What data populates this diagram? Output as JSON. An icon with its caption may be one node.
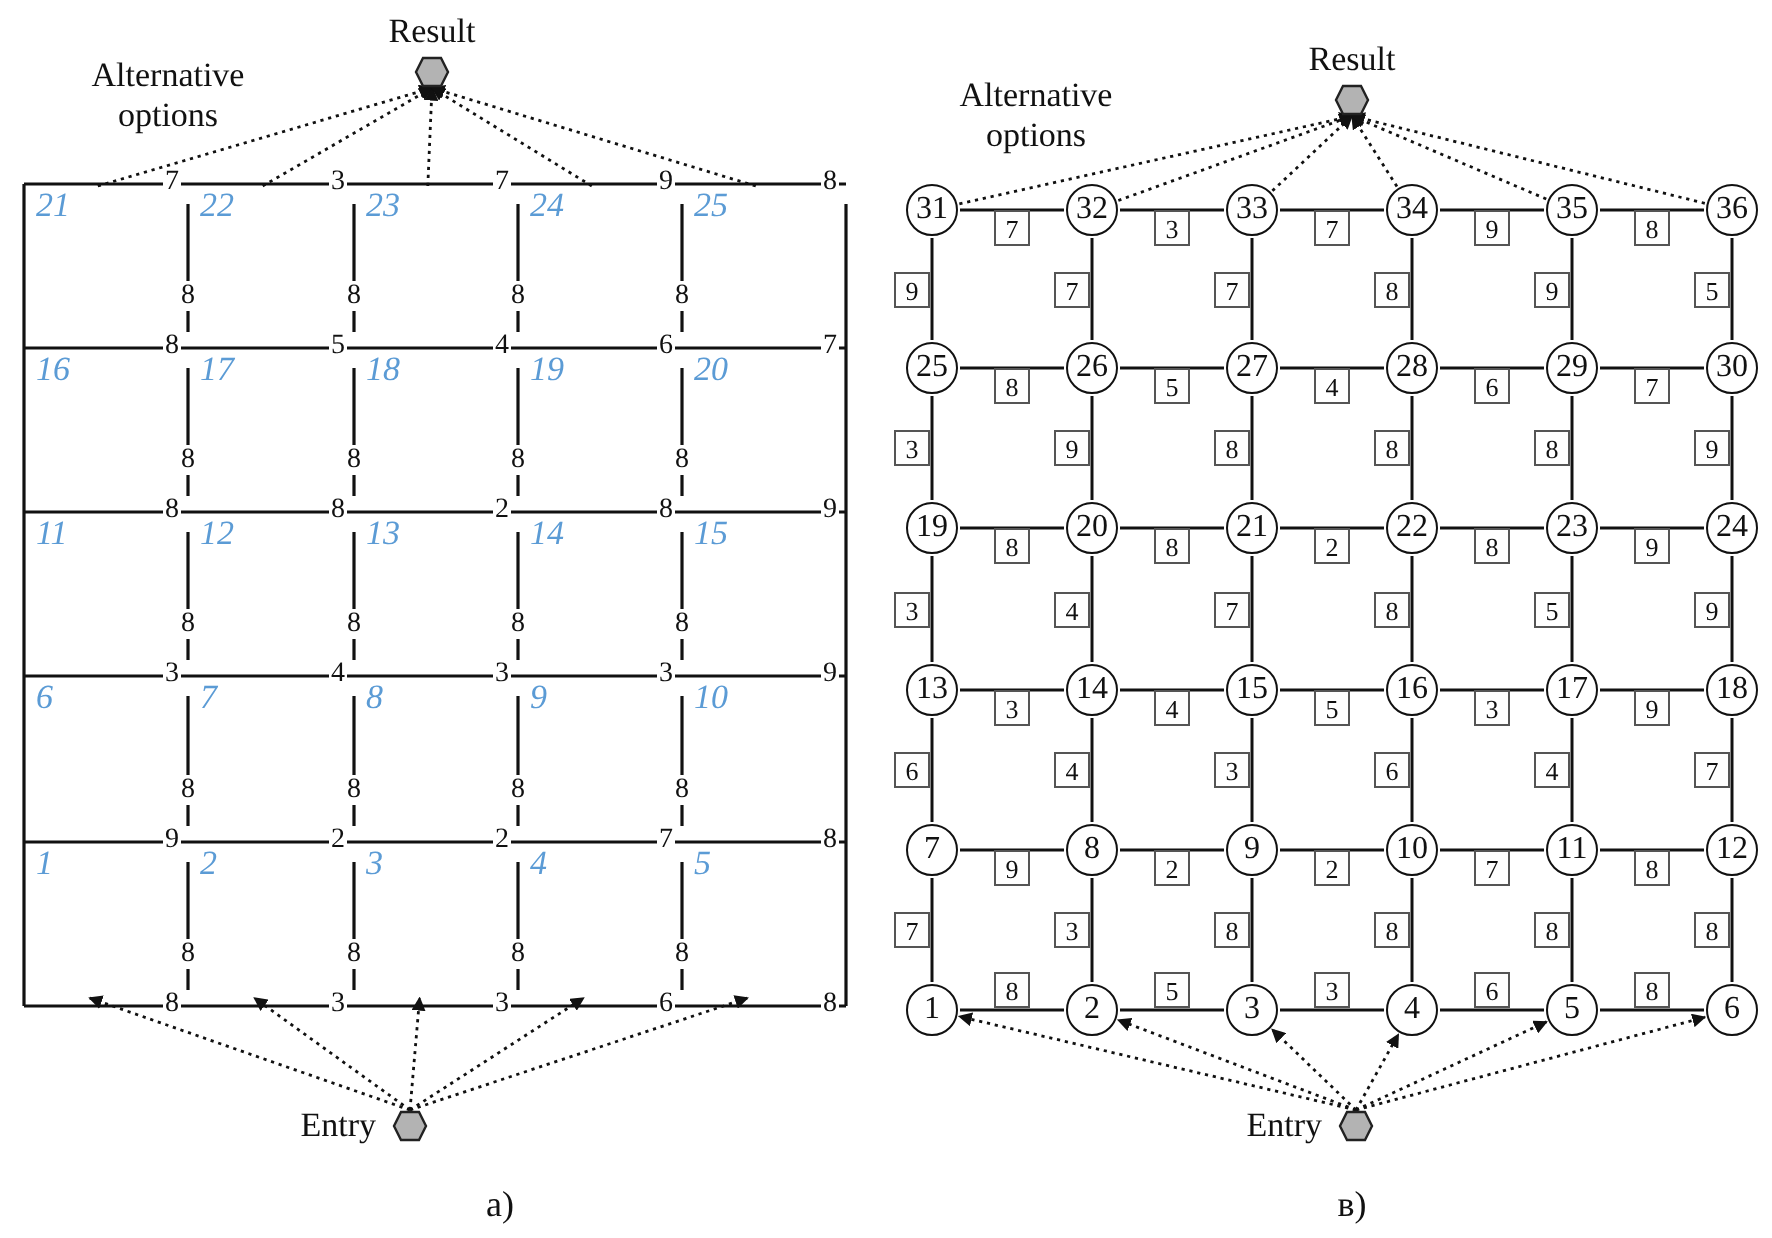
{
  "diagram": {
    "nodes": [
      {
        "text": [
          "Result"
        ]
      },
      {
        "text": [
          "21"
        ]
      },
      {
        "text": [
          "22"
        ]
      },
      {
        "text": [
          "23"
        ]
      },
      {
        "text": [
          "24"
        ]
      },
      {
        "text": [
          "25"
        ]
      },
      {
        "text": [
          "16"
        ]
      },
      {
        "text": [
          "17"
        ]
      },
      {
        "text": [
          "18"
        ]
      },
      {
        "text": [
          "19"
        ]
      },
      {
        "text": [
          "20"
        ]
      },
      {
        "text": [
          "11"
        ]
      },
      {
        "text": [
          "12"
        ]
      },
      {
        "text": [
          "13"
        ]
      },
      {
        "text": [
          "14"
        ]
      },
      {
        "text": [
          "15"
        ]
      },
      {
        "text": [
          "6"
        ]
      },
      {
        "text": [
          "7"
        ]
      },
      {
        "text": [
          "8"
        ]
      },
      {
        "text": [
          "9"
        ]
      },
      {
        "text": [
          "10"
        ]
      },
      {
        "text": [
          "1"
        ]
      },
      {
        "text": [
          "2"
        ]
      },
      {
        "text": [
          "3"
        ]
      },
      {
        "text": [
          "4"
        ]
      },
      {
        "text": [
          "5"
        ]
      },
      {
        "text": [
          "Entry"
        ]
      },
      {
        "text": [
          "Result"
        ]
      },
      {
        "text": [
          "31"
        ]
      },
      {
        "text": [
          "32"
        ]
      },
      {
        "text": [
          "33"
        ]
      },
      {
        "text": [
          "34"
        ]
      },
      {
        "text": [
          "35"
        ]
      },
      {
        "text": [
          "36"
        ]
      },
      {
        "text": [
          "25"
        ]
      },
      {
        "text": [
          "26"
        ]
      },
      {
        "text": [
          "27"
        ]
      },
      {
        "text": [
          "28"
        ]
      },
      {
        "text": [
          "29"
        ]
      },
      {
        "text": [
          "30"
        ]
      },
      {
        "text": [
          "19"
        ]
      },
      {
        "text": [
          "20"
        ]
      },
      {
        "text": [
          "21"
        ]
      },
      {
        "text": [
          "22"
        ]
      },
      {
        "text": [
          "23"
        ]
      },
      {
        "text": [
          "24"
        ]
      },
      {
        "text": [
          "13"
        ]
      },
      {
        "text": [
          "14"
        ]
      },
      {
        "text": [
          "15"
        ]
      },
      {
        "text": [
          "16"
        ]
      },
      {
        "text": [
          "17"
        ]
      },
      {
        "text": [
          "18"
        ]
      },
      {
        "text": [
          "7"
        ]
      },
      {
        "text": [
          "8"
        ]
      },
      {
        "text": [
          "9"
        ]
      },
      {
        "text": [
          "10"
        ]
      },
      {
        "text": [
          "11"
        ]
      },
      {
        "text": [
          "12"
        ]
      },
      {
        "text": [
          "1"
        ]
      },
      {
        "text": [
          "2"
        ]
      },
      {
        "text": [
          "3"
        ]
      },
      {
        "text": [
          "4"
        ]
      },
      {
        "text": [
          "5"
        ]
      },
      {
        "text": [
          "6"
        ]
      },
      {
        "text": [
          "Entry"
        ]
      }
    ],
    "edges": [
      {
        "from": 1,
        "to": 0,
        "arrow": "to",
        "style": "dashed"
      },
      {
        "from": 2,
        "to": 0,
        "arrow": "to",
        "style": "dashed"
      },
      {
        "from": 3,
        "to": 0,
        "arrow": "to",
        "style": "dashed"
      },
      {
        "from": 4,
        "to": 0,
        "arrow": "to",
        "style": "dashed"
      },
      {
        "from": 5,
        "to": 0,
        "arrow": "to",
        "style": "dashed"
      },
      {
        "from": 26,
        "to": 21,
        "arrow": "to",
        "style": "dashed"
      },
      {
        "from": 26,
        "to": 22,
        "arrow": "to",
        "style": "dashed"
      },
      {
        "from": 26,
        "to": 23,
        "arrow": "to",
        "style": "dashed"
      },
      {
        "from": 26,
        "to": 24,
        "arrow": "to",
        "style": "dashed"
      },
      {
        "from": 26,
        "to": 25,
        "arrow": "to",
        "style": "dashed"
      },
      {
        "from": 28,
        "to": 27,
        "arrow": "to",
        "style": "dashed"
      },
      {
        "from": 29,
        "to": 27,
        "arrow": "to",
        "style": "dashed"
      },
      {
        "from": 30,
        "to": 27,
        "arrow": "to",
        "style": "dashed"
      },
      {
        "from": 31,
        "to": 27,
        "arrow": "to",
        "style": "dashed"
      },
      {
        "from": 32,
        "to": 27,
        "arrow": "to",
        "style": "dashed"
      },
      {
        "from": 33,
        "to": 27,
        "arrow": "to",
        "style": "dashed"
      },
      {
        "from": 64,
        "to": 58,
        "arrow": "to",
        "style": "dashed"
      },
      {
        "from": 64,
        "to": 59,
        "arrow": "to",
        "style": "dashed"
      },
      {
        "from": 64,
        "to": 60,
        "arrow": "to",
        "style": "dashed"
      },
      {
        "from": 64,
        "to": 61,
        "arrow": "to",
        "style": "dashed"
      },
      {
        "from": 64,
        "to": 62,
        "arrow": "to",
        "style": "dashed"
      },
      {
        "from": 64,
        "to": 63,
        "arrow": "to",
        "style": "dashed"
      },
      {
        "from": 28,
        "to": 29,
        "arrow": "none",
        "label": "7"
      },
      {
        "from": 29,
        "to": 30,
        "arrow": "none",
        "label": "3"
      },
      {
        "from": 30,
        "to": 31,
        "arrow": "none",
        "label": "7"
      },
      {
        "from": 31,
        "to": 32,
        "arrow": "none",
        "label": "9"
      },
      {
        "from": 32,
        "to": 33,
        "arrow": "none",
        "label": "8"
      },
      {
        "from": 34,
        "to": 35,
        "arrow": "none",
        "label": "8"
      },
      {
        "from": 35,
        "to": 36,
        "arrow": "none",
        "label": "5"
      },
      {
        "from": 36,
        "to": 37,
        "arrow": "none",
        "label": "4"
      },
      {
        "from": 37,
        "to": 38,
        "arrow": "none",
        "label": "6"
      },
      {
        "from": 38,
        "to": 39,
        "arrow": "none",
        "label": "7"
      },
      {
        "from": 40,
        "to": 41,
        "arrow": "none",
        "label": "8"
      },
      {
        "from": 41,
        "to": 42,
        "arrow": "none",
        "label": "8"
      },
      {
        "from": 42,
        "to": 43,
        "arrow": "none",
        "label": "2"
      },
      {
        "from": 43,
        "to": 44,
        "arrow": "none",
        "label": "8"
      },
      {
        "from": 44,
        "to": 45,
        "arrow": "none",
        "label": "9"
      },
      {
        "from": 46,
        "to": 47,
        "arrow": "none",
        "label": "3"
      },
      {
        "from": 47,
        "to": 48,
        "arrow": "none",
        "label": "4"
      },
      {
        "from": 48,
        "to": 49,
        "arrow": "none",
        "label": "5"
      },
      {
        "from": 49,
        "to": 50,
        "arrow": "none",
        "label": "3"
      },
      {
        "from": 50,
        "to": 51,
        "arrow": "none",
        "label": "9"
      },
      {
        "from": 52,
        "to": 53,
        "arrow": "none",
        "label": "9"
      },
      {
        "from": 53,
        "to": 54,
        "arrow": "none",
        "label": "2"
      },
      {
        "from": 54,
        "to": 55,
        "arrow": "none",
        "label": "2"
      },
      {
        "from": 55,
        "to": 56,
        "arrow": "none",
        "label": "7"
      },
      {
        "from": 56,
        "to": 57,
        "arrow": "none",
        "label": "8"
      },
      {
        "from": 58,
        "to": 59,
        "arrow": "none",
        "label": "8"
      },
      {
        "from": 59,
        "to": 60,
        "arrow": "none",
        "label": "5"
      },
      {
        "from": 60,
        "to": 61,
        "arrow": "none",
        "label": "3"
      },
      {
        "from": 61,
        "to": 62,
        "arrow": "none",
        "label": "6"
      },
      {
        "from": 62,
        "to": 63,
        "arrow": "none",
        "label": "8"
      },
      {
        "from": 28,
        "to": 34,
        "arrow": "none",
        "label": "9"
      },
      {
        "from": 29,
        "to": 35,
        "arrow": "none",
        "label": "7"
      },
      {
        "from": 30,
        "to": 36,
        "arrow": "none",
        "label": "7"
      },
      {
        "from": 31,
        "to": 37,
        "arrow": "none",
        "label": "8"
      },
      {
        "from": 32,
        "to": 38,
        "arrow": "none",
        "label": "9"
      },
      {
        "from": 33,
        "to": 39,
        "arrow": "none",
        "label": "5"
      },
      {
        "from": 34,
        "to": 40,
        "arrow": "none",
        "label": "3"
      },
      {
        "from": 35,
        "to": 41,
        "arrow": "none",
        "label": "9"
      },
      {
        "from": 36,
        "to": 42,
        "arrow": "none",
        "label": "8"
      },
      {
        "from": 37,
        "to": 43,
        "arrow": "none",
        "label": "8"
      },
      {
        "from": 38,
        "to": 44,
        "arrow": "none",
        "label": "8"
      },
      {
        "from": 39,
        "to": 45,
        "arrow": "none",
        "label": "9"
      },
      {
        "from": 40,
        "to": 46,
        "arrow": "none",
        "label": "3"
      },
      {
        "from": 41,
        "to": 47,
        "arrow": "none",
        "label": "4"
      },
      {
        "from": 42,
        "to": 48,
        "arrow": "none",
        "label": "7"
      },
      {
        "from": 43,
        "to": 49,
        "arrow": "none",
        "label": "8"
      },
      {
        "from": 44,
        "to": 50,
        "arrow": "none",
        "label": "5"
      },
      {
        "from": 45,
        "to": 51,
        "arrow": "none",
        "label": "9"
      },
      {
        "from": 46,
        "to": 52,
        "arrow": "none",
        "label": "6"
      },
      {
        "from": 47,
        "to": 53,
        "arrow": "none",
        "label": "4"
      },
      {
        "from": 48,
        "to": 54,
        "arrow": "none",
        "label": "3"
      },
      {
        "from": 49,
        "to": 55,
        "arrow": "none",
        "label": "6"
      },
      {
        "from": 50,
        "to": 56,
        "arrow": "none",
        "label": "4"
      },
      {
        "from": 51,
        "to": 57,
        "arrow": "none",
        "label": "7"
      },
      {
        "from": 52,
        "to": 58,
        "arrow": "none",
        "label": "7"
      },
      {
        "from": 53,
        "to": 59,
        "arrow": "none",
        "label": "3"
      },
      {
        "from": 54,
        "to": 60,
        "arrow": "none",
        "label": "8"
      },
      {
        "from": 55,
        "to": 61,
        "arrow": "none",
        "label": "8"
      },
      {
        "from": 56,
        "to": 62,
        "arrow": "none",
        "label": "8"
      },
      {
        "from": 57,
        "to": 63,
        "arrow": "none",
        "label": "8"
      }
    ],
    "labels": [
      "Alternative options",
      "7",
      "3",
      "7",
      "9",
      "8",
      "8",
      "8",
      "8",
      "8",
      "8",
      "5",
      "4",
      "6",
      "7",
      "8",
      "8",
      "8",
      "8",
      "8",
      "8",
      "2",
      "8",
      "9",
      "8",
      "8",
      "8",
      "8",
      "3",
      "4",
      "3",
      "3",
      "9",
      "8",
      "8",
      "8",
      "8",
      "9",
      "2",
      "2",
      "7",
      "8",
      "8",
      "8",
      "8",
      "8",
      "8",
      "3",
      "3",
      "6",
      "8",
      "a)",
      "Alternative options",
      "в)"
    ]
  }
}
